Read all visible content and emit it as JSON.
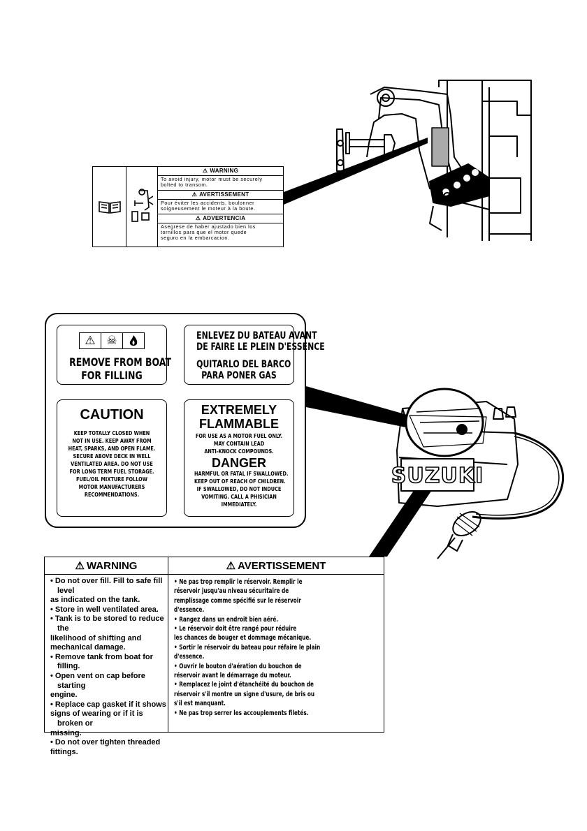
{
  "sticker_transom": {
    "sections": [
      {
        "header": "WARNING",
        "lines": [
          "To avoid injury, motor must be securely",
          "bolted to transom."
        ]
      },
      {
        "header": "AVERTISSEMENT",
        "lines": [
          "Pour éviter les accidents, boulonner",
          "soigneusement le moteur à la boute."
        ]
      },
      {
        "header": "ADVERTENCIA",
        "lines": [
          "Asegrese de haber ajustado bien los",
          "tornillos para que el motor quede",
          "seguro en la embarcacion."
        ]
      }
    ]
  },
  "fuel_decal": {
    "remove_card": {
      "line1": "REMOVE FROM BOAT",
      "line2": "FOR FILLING"
    },
    "french_card": {
      "line1": "ENLEVEZ DU BATEAU AVANT",
      "line2": "DE FAIRE LE PLEIN D'ESSENCE"
    },
    "spanish_card": {
      "line1": "QUITARLO DEL BARCO",
      "line2": "PARA PONER GAS"
    },
    "caution_card": {
      "title": "CAUTION",
      "lines": [
        "KEEP TOTALLY CLOSED WHEN",
        "NOT IN USE. KEEP AWAY FROM",
        "HEAT, SPARKS, AND OPEN FLAME.",
        "SECURE ABOVE DECK IN WELL",
        "VENTILATED AREA. DO NOT USE",
        "FOR LONG TERM FUEL STORAGE.",
        "FUEL/OIL MIXTURE FOLLOW",
        "MOTOR MANUFACTURERS",
        "RECOMMENDATIONS."
      ]
    },
    "flammable_card": {
      "title1": "EXTREMELY",
      "title2": "FLAMMABLE",
      "lines_top": [
        "FOR USE AS A MOTOR FUEL ONLY.",
        "MAY CONTAIN LEAD",
        "ANTI-KNOCK COMPOUNDS."
      ],
      "danger": "DANGER",
      "lines_bottom": [
        "HARMFUL OR FATAL IF SWALLOWED.",
        "KEEP OUT OF REACH OF CHILDREN.",
        "IF SWALLOWED, DO NOT INDUCE",
        "VOMITING. CALL A PHISICIAN",
        "IMMEDIATELY."
      ]
    }
  },
  "tank_brand": "SUZUKI",
  "warning_table": {
    "en_header": "WARNING",
    "fr_header": "AVERTISSEMENT",
    "en_items": [
      [
        "• Do not over fill. Fill to safe fill level",
        "  as indicated on the tank."
      ],
      [
        "• Store in well ventilated area."
      ],
      [
        "• Tank is to be stored to reduce the",
        "  likelihood of shifting and",
        "  mechanical damage."
      ],
      [
        "• Remove tank from boat for filling."
      ],
      [
        "• Open vent on cap before starting",
        "  engine."
      ],
      [
        "• Replace cap gasket if it shows",
        "  signs of wearing or if it is broken or",
        "  missing."
      ],
      [
        "• Do not over tighten threaded",
        "  fittings."
      ]
    ],
    "fr_items": [
      [
        "• Ne pas trop remplir le réservoir. Remplir le",
        "  réservoir jusqu'au niveau sécuritaire de",
        "  remplissage comme spécifié sur le réservoir",
        "  d'essence."
      ],
      [
        "• Rangez dans un endroit bien aéré."
      ],
      [
        "• Le réservoir doit être rangé pour réduire",
        "  les chances de bouger et dommage mécanique."
      ],
      [
        "• Sortir le réservoir du bateau pour réfaire le plain",
        "  d'essence."
      ],
      [
        "• Ouvrir le bouton d'aération du bouchon de",
        "  réservoir avant le démarrage du moteur."
      ],
      [
        "• Remplacez le joint d'étanchéité du bouchon de",
        "  réservoir s'il montre un signe d'usure, de bris ou",
        "  s'il est manquant."
      ],
      [
        "• Ne pas trop serrer les accouplements filetés."
      ]
    ]
  }
}
